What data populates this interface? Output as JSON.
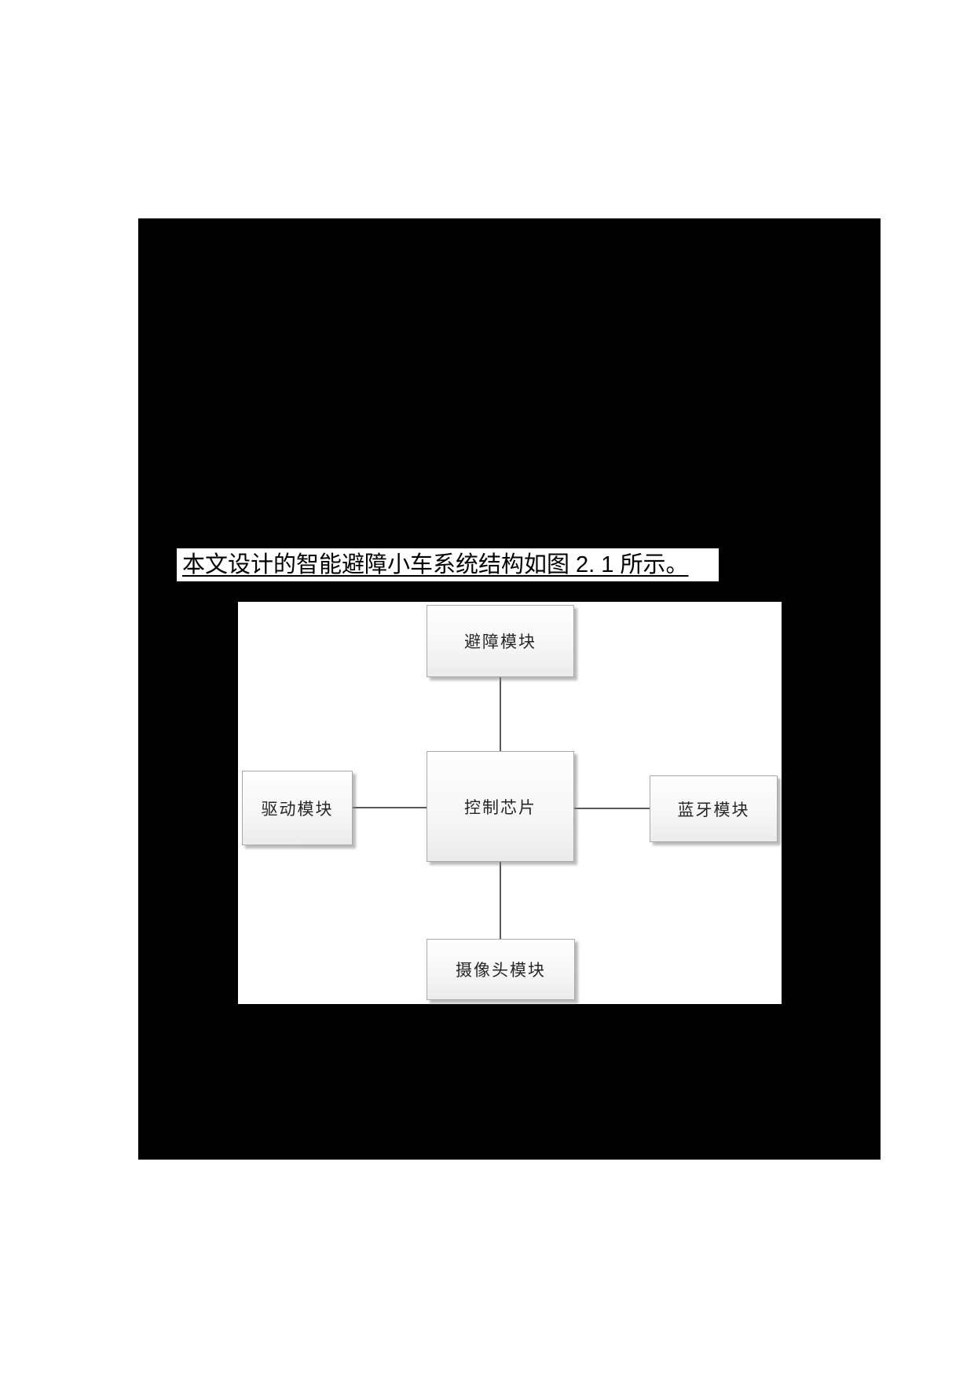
{
  "page": {
    "heading": "本文设计的智能避障小车系统结构如图 2. 1 所示。"
  },
  "figure": {
    "nodes": [
      {
        "id": "obstacle-avoidance-module",
        "label": "避障模块"
      },
      {
        "id": "drive-module",
        "label": "驱动模块"
      },
      {
        "id": "control-chip",
        "label": "控制芯片"
      },
      {
        "id": "bluetooth-module",
        "label": "蓝牙模块"
      },
      {
        "id": "camera-module",
        "label": "摄像头模块"
      }
    ],
    "connections": [
      {
        "from": "避障模块",
        "to": "控制芯片"
      },
      {
        "from": "驱动模块",
        "to": "控制芯片"
      },
      {
        "from": "蓝牙模块",
        "to": "控制芯片"
      },
      {
        "from": "摄像头模块",
        "to": "控制芯片"
      }
    ],
    "colors": {
      "redaction_block": "#000000",
      "canvas_background": "#ffffff",
      "node_border": "#a9a9a9",
      "node_fill_top": "#fefefe",
      "node_fill_bottom": "#ebebeb",
      "connector_line": "#595959",
      "heading_text": "#000000"
    }
  }
}
